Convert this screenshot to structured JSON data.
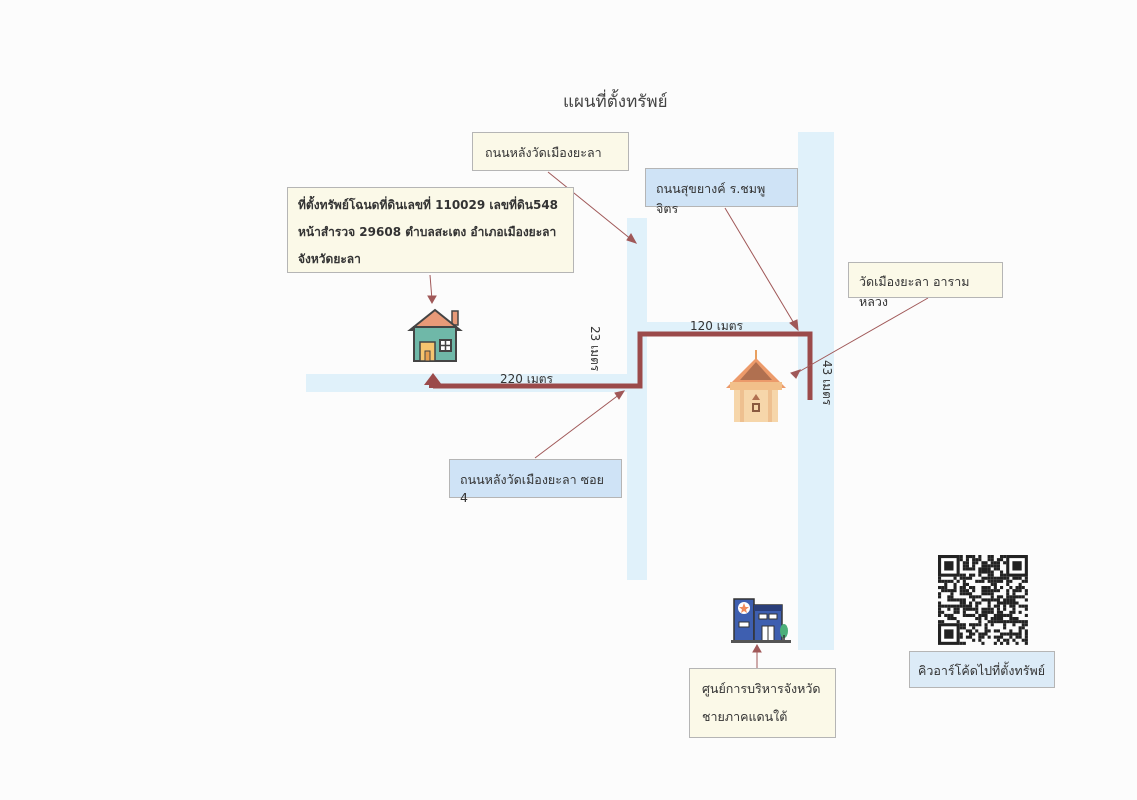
{
  "title": "แผนที่ตั้งทรัพย์",
  "labels": {
    "property": {
      "lines": [
        "ที่ตั้งทรัพย์โฉนดที่ดินเลขที่ 110029 เลขที่ดิน548",
        "หน้าสำรวจ 29608 ตำบลสะเตง อำเภอเมืองยะลา",
        "จังหวัดยะลา"
      ]
    },
    "road_behind_temple": "ถนนหลังวัดเมืองยะลา",
    "road_sukhayang": "ถนนสุขยางค์ ร.ชมพูจิตร",
    "temple": "วัดเมืองยะลา อารามหลวง",
    "soi4": "ถนนหลังวัดเมืองยะลา ซอย 4",
    "admin_center": {
      "lines": [
        "ศูนย์การบริหารจังหวัด",
        "ชายภาคแดนใต้"
      ]
    },
    "qr_caption": "คิวอาร์โค้ดไปที่ตั้งทรัพย์"
  },
  "distances": {
    "segment_220": "220 เมตร",
    "segment_23": "23 เมตร",
    "segment_120": "120 เมตร",
    "segment_43": "43 เมตร"
  },
  "colors": {
    "route": "#9b4a4a",
    "road": "#e0f1fa",
    "label_yellow": "#fbf9e8",
    "label_blue": "#cfe3f6"
  }
}
